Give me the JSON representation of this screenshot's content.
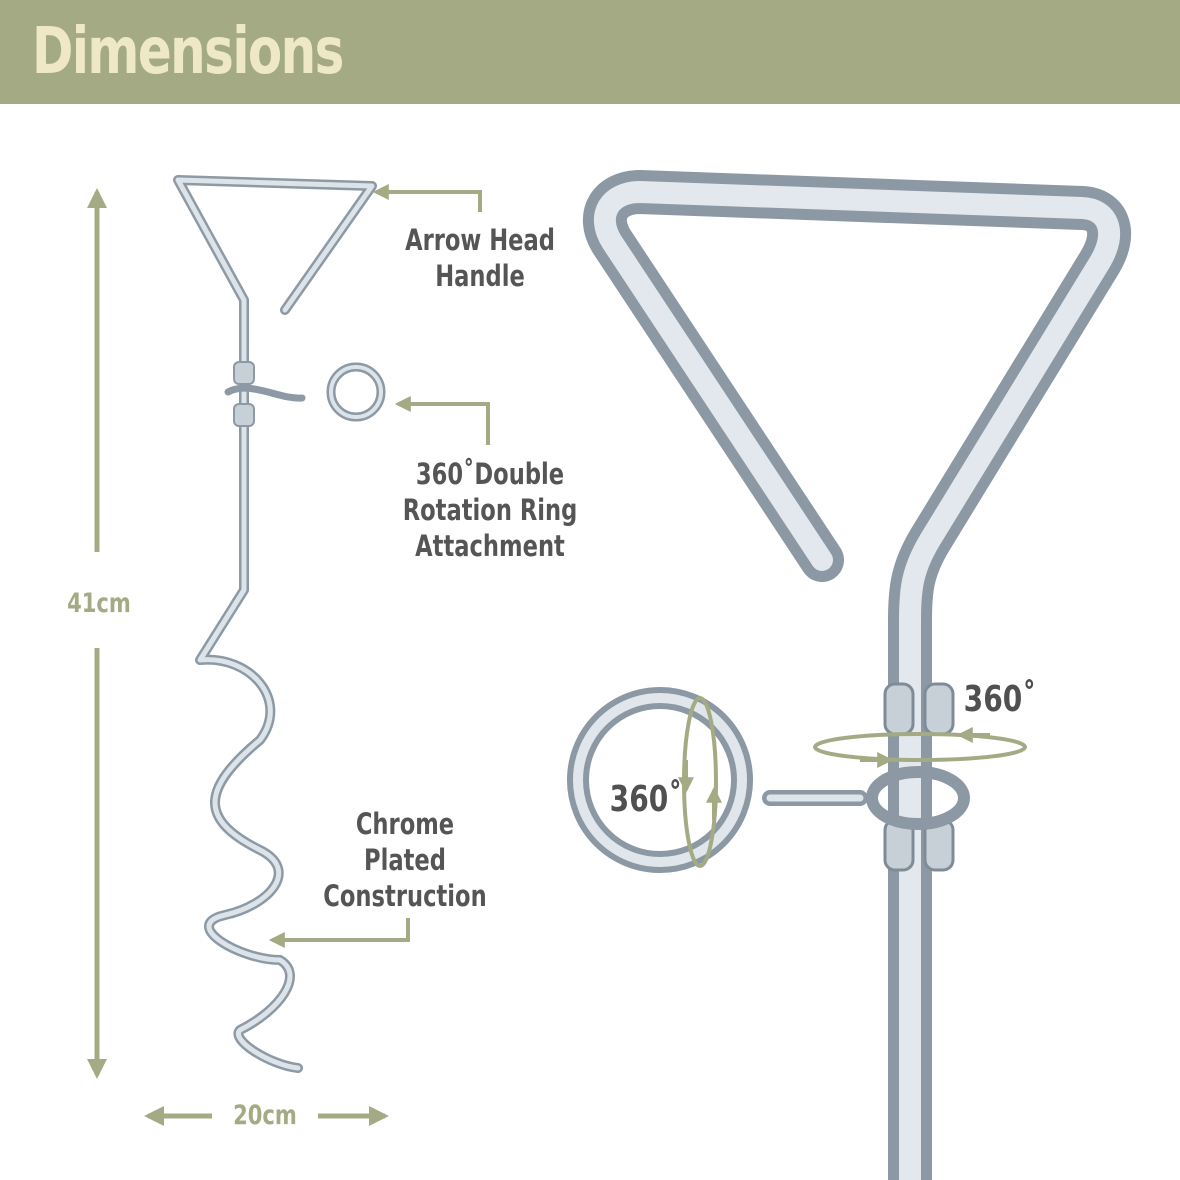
{
  "header": {
    "title": "Dimensions"
  },
  "dimensions": {
    "height": "41cm",
    "width": "20cm"
  },
  "callouts": {
    "handle": [
      "Arrow Head",
      "Handle"
    ],
    "ring": [
      "360˚Double",
      "Rotation Ring",
      "Attachment"
    ],
    "construction": [
      "Chrome",
      "Plated",
      "Construction"
    ]
  },
  "rotation": {
    "horizontal": "360˚",
    "vertical": "360˚"
  },
  "colors": {
    "accent": "#a4ab84",
    "title": "#efe8c6",
    "text": "#555555",
    "metal": "#b9c3cd"
  }
}
